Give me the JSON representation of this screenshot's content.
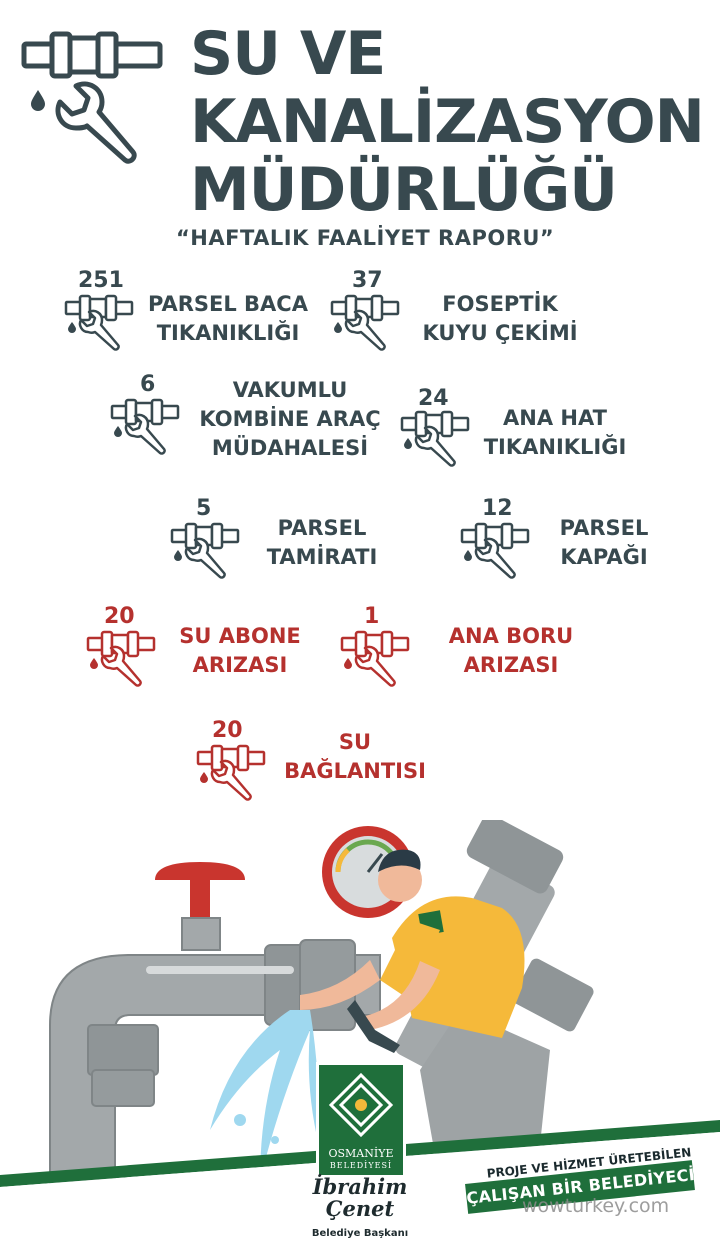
{
  "header": {
    "title_lines": [
      "SU VE",
      "KANALİZASYON",
      "MÜDÜRLÜĞÜ"
    ],
    "subtitle": "“HAFTALIK FAALİYET RAPORU”"
  },
  "stats": [
    {
      "count": "251",
      "label_lines": [
        "PARSEL BACA",
        "TIKANIKLIĞI"
      ],
      "color": "#38494f"
    },
    {
      "count": "37",
      "label_lines": [
        "FOSEPTİK",
        "KUYU ÇEKİMİ"
      ],
      "color": "#38494f"
    },
    {
      "count": "6",
      "label_lines": [
        "VAKUMLU",
        "KOMBİNE ARAÇ",
        "MÜDAHALESİ"
      ],
      "color": "#38494f"
    },
    {
      "count": "24",
      "label_lines": [
        "ANA HAT",
        "TIKANIKLIĞI"
      ],
      "color": "#38494f"
    },
    {
      "count": "5",
      "label_lines": [
        "PARSEL",
        "TAMİRATI"
      ],
      "color": "#38494f"
    },
    {
      "count": "12",
      "label_lines": [
        "PARSEL",
        "KAPAĞI"
      ],
      "color": "#38494f"
    },
    {
      "count": "20",
      "label_lines": [
        "SU ABONE",
        "ARIZASI"
      ],
      "color": "#b5312e"
    },
    {
      "count": "1",
      "label_lines": [
        "ANA BORU",
        "ARIZASI"
      ],
      "color": "#b5312e"
    },
    {
      "count": "20",
      "label_lines": [
        "SU",
        "BAĞLANTISI"
      ],
      "color": "#b5312e"
    }
  ],
  "footer": {
    "logo_city": "OSMANİYE",
    "logo_sub": "BELEDİYESİ",
    "mayor_first": "İbrahim",
    "mayor_last": "Çenet",
    "mayor_title": "Belediye Başkanı",
    "slogan_top": "PROJE VE HİZMET ÜRETEBİLEN",
    "slogan_main": "ÇALIŞAN BİR BELEDİYECİLİK",
    "watermark": "wowturkey.com"
  },
  "colors": {
    "primary": "#38494f",
    "accent_red": "#b5312e",
    "brand_green": "#1f6f3b",
    "pipe_gray": "#a3a8aa",
    "valve_red": "#c9352e",
    "shirt_yellow": "#f5b93a",
    "water_blue": "#9fd8ef"
  },
  "icons": [
    "pipe-wrench-icon",
    "osmaniye-logo-emblem"
  ]
}
